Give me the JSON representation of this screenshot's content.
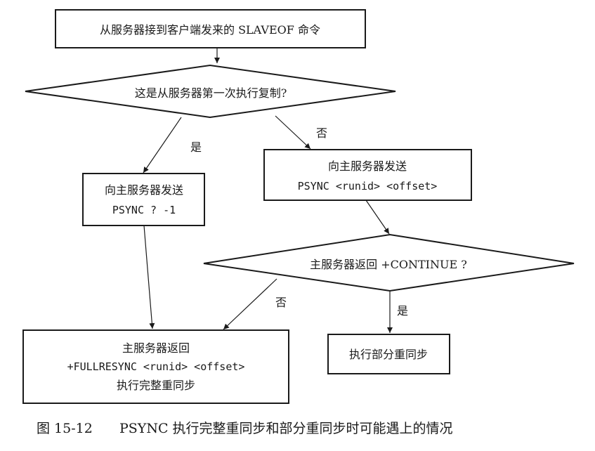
{
  "diagram": {
    "nodes": {
      "start": {
        "text": "从服务器接到客户端发来的 SLAVEOF 命令"
      },
      "decision1": {
        "text": "这是从服务器第一次执行复制?"
      },
      "send_psync_init": {
        "line1": "向主服务器发送",
        "line2": "PSYNC ? -1"
      },
      "send_psync_runid": {
        "line1": "向主服务器发送",
        "line2": "PSYNC <runid> <offset>"
      },
      "decision2": {
        "text": "主服务器返回 +CONTINUE ?"
      },
      "full_resync": {
        "line1": "主服务器返回",
        "line2": "+FULLRESYNC <runid> <offset>",
        "line3": "执行完整重同步"
      },
      "partial_resync": {
        "text": "执行部分重同步"
      }
    },
    "edges": {
      "d1_yes": "是",
      "d1_no": "否",
      "d2_no": "否",
      "d2_yes": "是"
    }
  },
  "caption": {
    "figure_number": "图 15-12",
    "text": "PSYNC 执行完整重同步和部分重同步时可能遇上的情况"
  }
}
